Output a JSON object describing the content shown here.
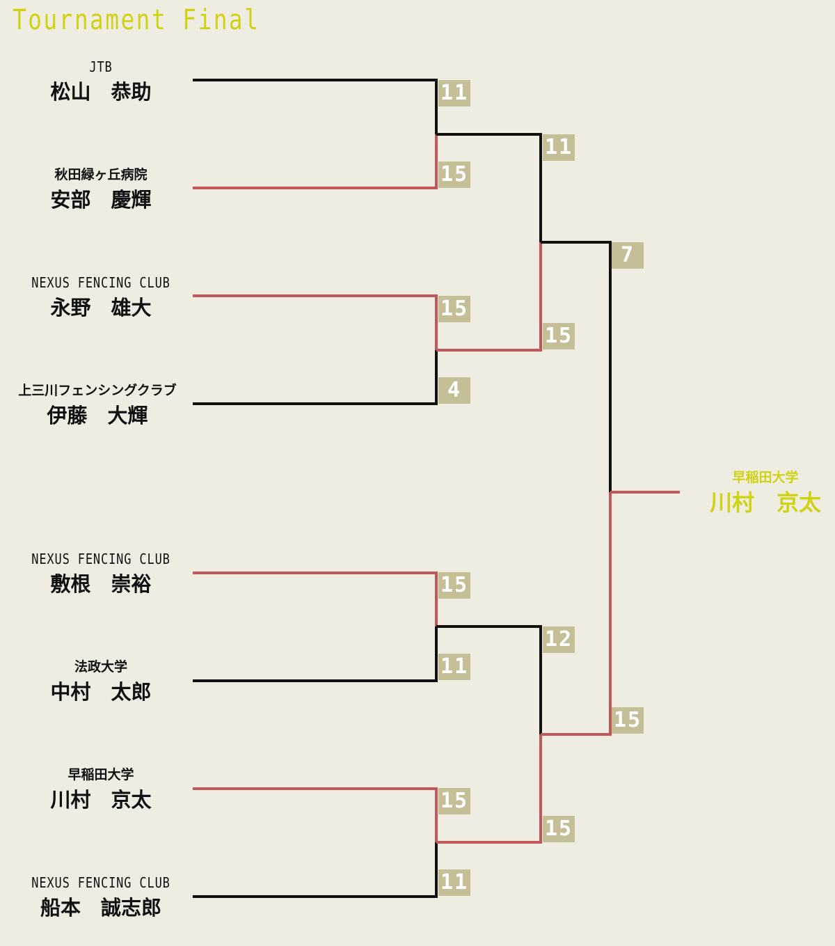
{
  "title": "Tournament Final",
  "colors": {
    "winner_line": "#c0575a",
    "loser_line": "#111111",
    "accent": "#cfd215",
    "score_bg": "#c5bf98",
    "background": "#efece2"
  },
  "players": [
    {
      "team": "JTB",
      "name": "松山　恭助"
    },
    {
      "team": "秋田緑ヶ丘病院",
      "name": "安部　慶輝"
    },
    {
      "team": "NEXUS FENCING CLUB",
      "name": "永野　雄大"
    },
    {
      "team": "上三川フェンシングクラブ",
      "name": "伊藤　大輝"
    },
    {
      "team": "NEXUS FENCING CLUB",
      "name": "敷根　崇裕"
    },
    {
      "team": "法政大学",
      "name": "中村　太郎"
    },
    {
      "team": "早稲田大学",
      "name": "川村　京太"
    },
    {
      "team": "NEXUS FENCING CLUB",
      "name": "船本　誠志郎"
    }
  ],
  "scores": {
    "quarterfinals": [
      "11",
      "15",
      "15",
      "4",
      "15",
      "11",
      "15",
      "11"
    ],
    "semifinals": [
      "11",
      "15",
      "12",
      "15"
    ],
    "final": [
      "7",
      "15"
    ]
  },
  "champion": {
    "team": "早稲田大学",
    "name": "川村　京太"
  }
}
